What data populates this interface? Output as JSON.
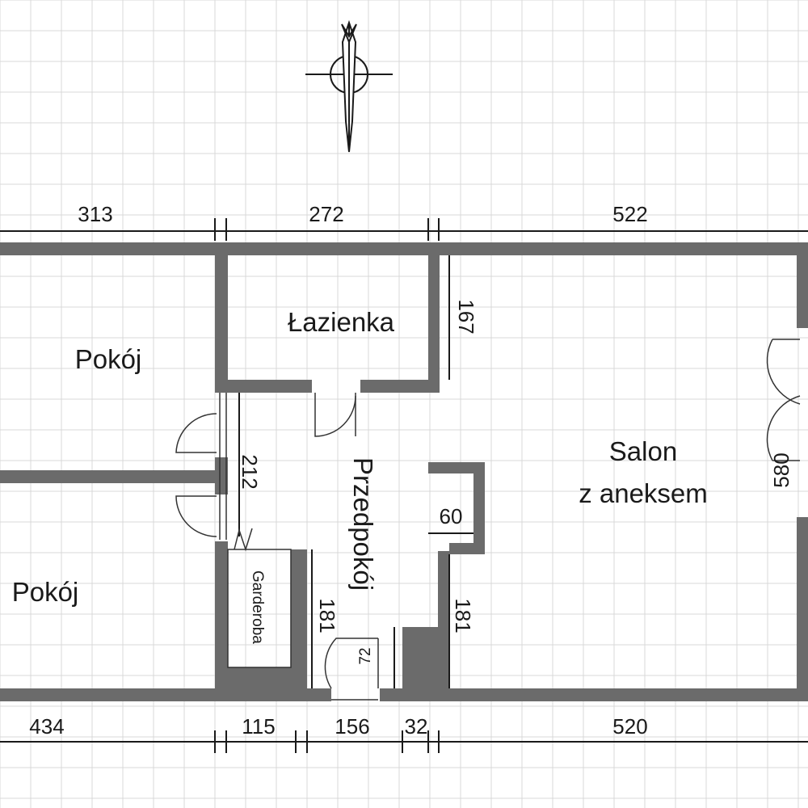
{
  "rooms": {
    "pokoj_top": "Pokój",
    "pokoj_bottom": "Pokój",
    "lazienka": "Łazienka",
    "salon_line1": "Salon",
    "salon_line2": "z aneksem",
    "przedpokoj": "Przedpokój",
    "garderoba": "Garderoba"
  },
  "dimensions": {
    "top": [
      "313",
      "272",
      "522"
    ],
    "bottom": [
      "434",
      "115",
      "156",
      "32",
      "520"
    ],
    "lazienka_height": "167",
    "hall_width": "212",
    "niche": "60",
    "garderoba_height": "181",
    "salon_height": "181",
    "entry_width": "72",
    "salon_depth": "580"
  },
  "colors": {
    "wall": "#6b6b6b",
    "grid": "#d9d9d9",
    "line": "#1a1a1a"
  },
  "icons": [
    "compass-north-icon"
  ]
}
